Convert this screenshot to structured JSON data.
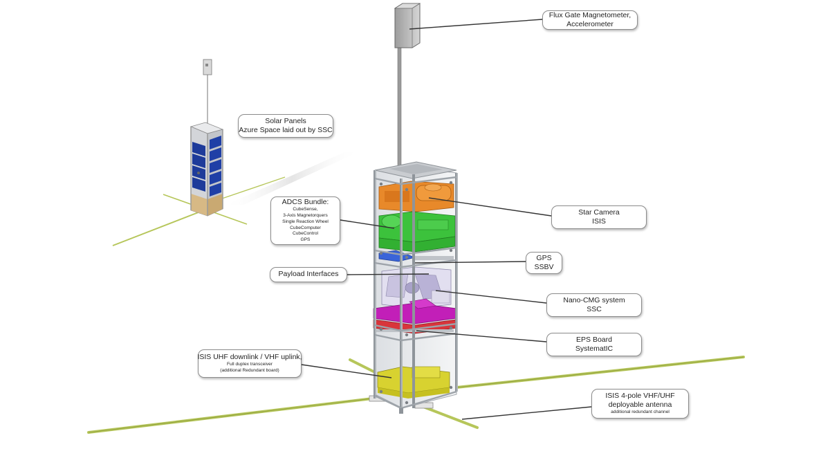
{
  "callouts": {
    "magnetometer": {
      "line1": "Flux Gate Magnetometer,",
      "line2": "Accelerometer"
    },
    "solar": {
      "line1": "Solar Panels",
      "line2": "Azure Space laid out by SSC"
    },
    "adcs": {
      "title": "ADCS Bundle:",
      "items": [
        "CubeSense,",
        "3-Axis Magnetorquers",
        "Single Reaction Wheel",
        "CubeComputer",
        "CubeControl",
        "GPS"
      ]
    },
    "star_camera": {
      "line1": "Star Camera",
      "line2": "ISIS"
    },
    "gps": {
      "line1": "GPS",
      "line2": "SSBV"
    },
    "payload": {
      "line1": "Payload Interfaces"
    },
    "cmg": {
      "line1": "Nano-CMG system",
      "line2": "SSC"
    },
    "eps": {
      "line1": "EPS Board",
      "line2": "SystematIC"
    },
    "uhf": {
      "line1": "ISIS UHF downlink / VHF uplink,",
      "sub1": "Full duplex transceiver",
      "sub2": "(additional Redundant board)"
    },
    "antenna": {
      "line1": "ISIS 4-pole VHF/UHF",
      "line2": "deployable antenna",
      "sub1": "additional redundant channel"
    }
  },
  "colors": {
    "background": "#ffffff",
    "callout_border": "#8c8c8c",
    "leader_line": "#333333",
    "antenna": "#b6c65a",
    "solar_cell": "#1e3b9a",
    "frame": "#9aa0a6",
    "star_camera": "#e8892a",
    "adcs": "#3cc23c",
    "gps": "#3a64d8",
    "cmg": "#c9c3e0",
    "eps_magenta": "#c21fb8",
    "eps_red": "#d8353b",
    "transceiver": "#d8d230"
  }
}
